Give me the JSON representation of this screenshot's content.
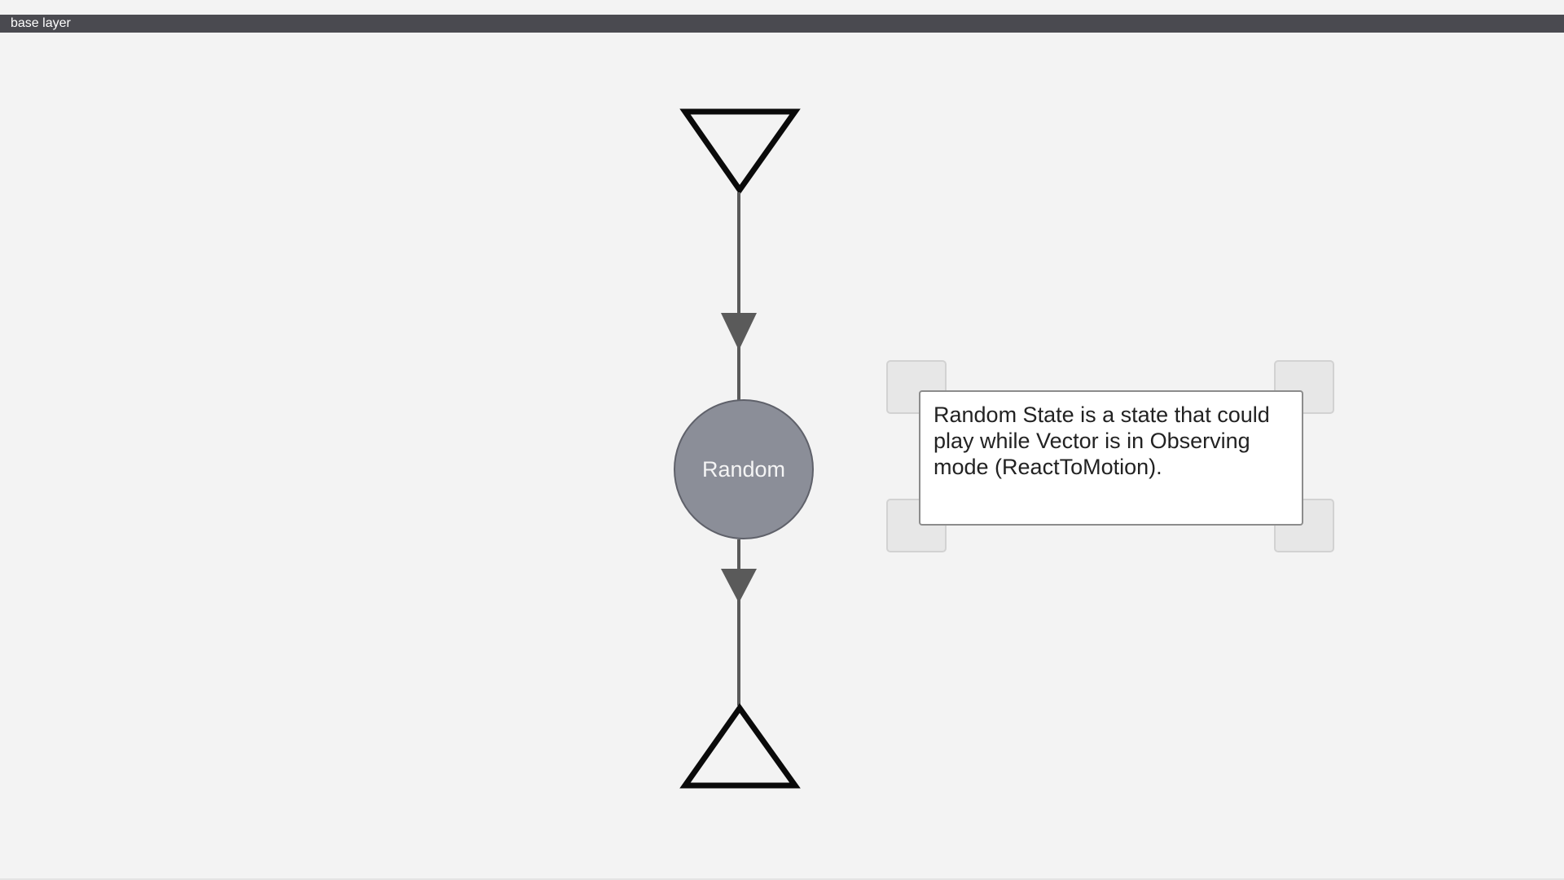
{
  "layer_bar": {
    "label": "base layer"
  },
  "state_node": {
    "label": "Random",
    "fill": "#8b8e98"
  },
  "comment": {
    "text": "Random State is a state that could play while Vector is in Observing mode (ReactToMotion)."
  },
  "colors": {
    "canvas_background": "#f3f3f3",
    "layer_bar": "#4a4a50",
    "connector": "#5a5a5a",
    "terminal_stroke": "#0a0a0a"
  },
  "icons": {
    "entry": "downward-triangle-icon",
    "exit": "upward-triangle-icon",
    "arrowhead": "arrowhead-down-icon"
  }
}
